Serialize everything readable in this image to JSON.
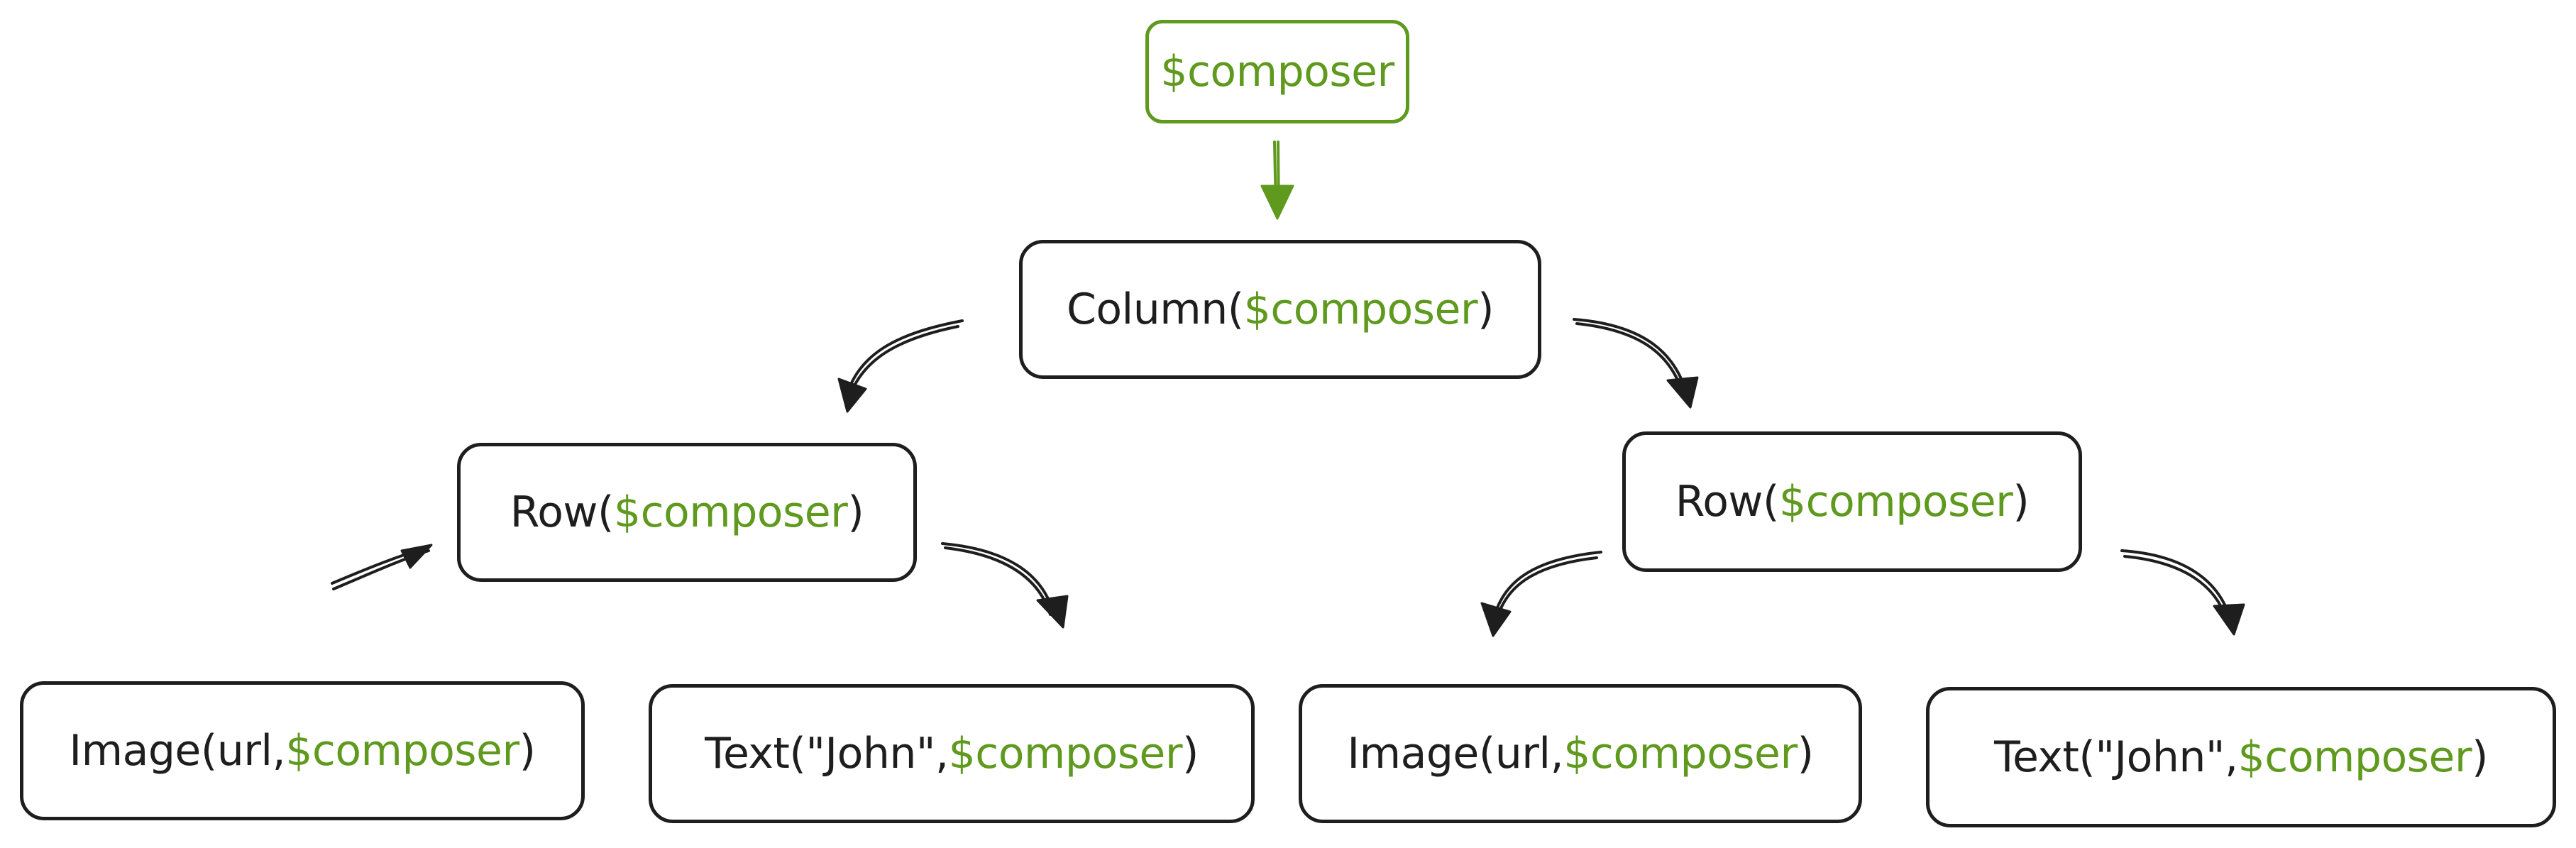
{
  "colors": {
    "accent": "#5f9a1f",
    "ink": "#1e1e1e",
    "background": "#ffffff"
  },
  "nodes": {
    "root": {
      "arg": "$composer"
    },
    "column": {
      "name": "Column(",
      "arg": "$composer",
      "close": ")"
    },
    "row_left": {
      "name": "Row(",
      "arg": "$composer",
      "close": ")"
    },
    "row_right": {
      "name": "Row(",
      "arg": "$composer",
      "close": ")"
    },
    "image_left": {
      "name": "Image(url,",
      "arg": "$composer",
      "close": ")"
    },
    "text_left": {
      "name": "Text(\"John\",",
      "arg": "$composer",
      "close": ")"
    },
    "image_right": {
      "name": "Image(url,",
      "arg": "$composer",
      "close": ")"
    },
    "text_right": {
      "name": "Text(\"John\",",
      "arg": "$composer",
      "close": ")"
    }
  }
}
